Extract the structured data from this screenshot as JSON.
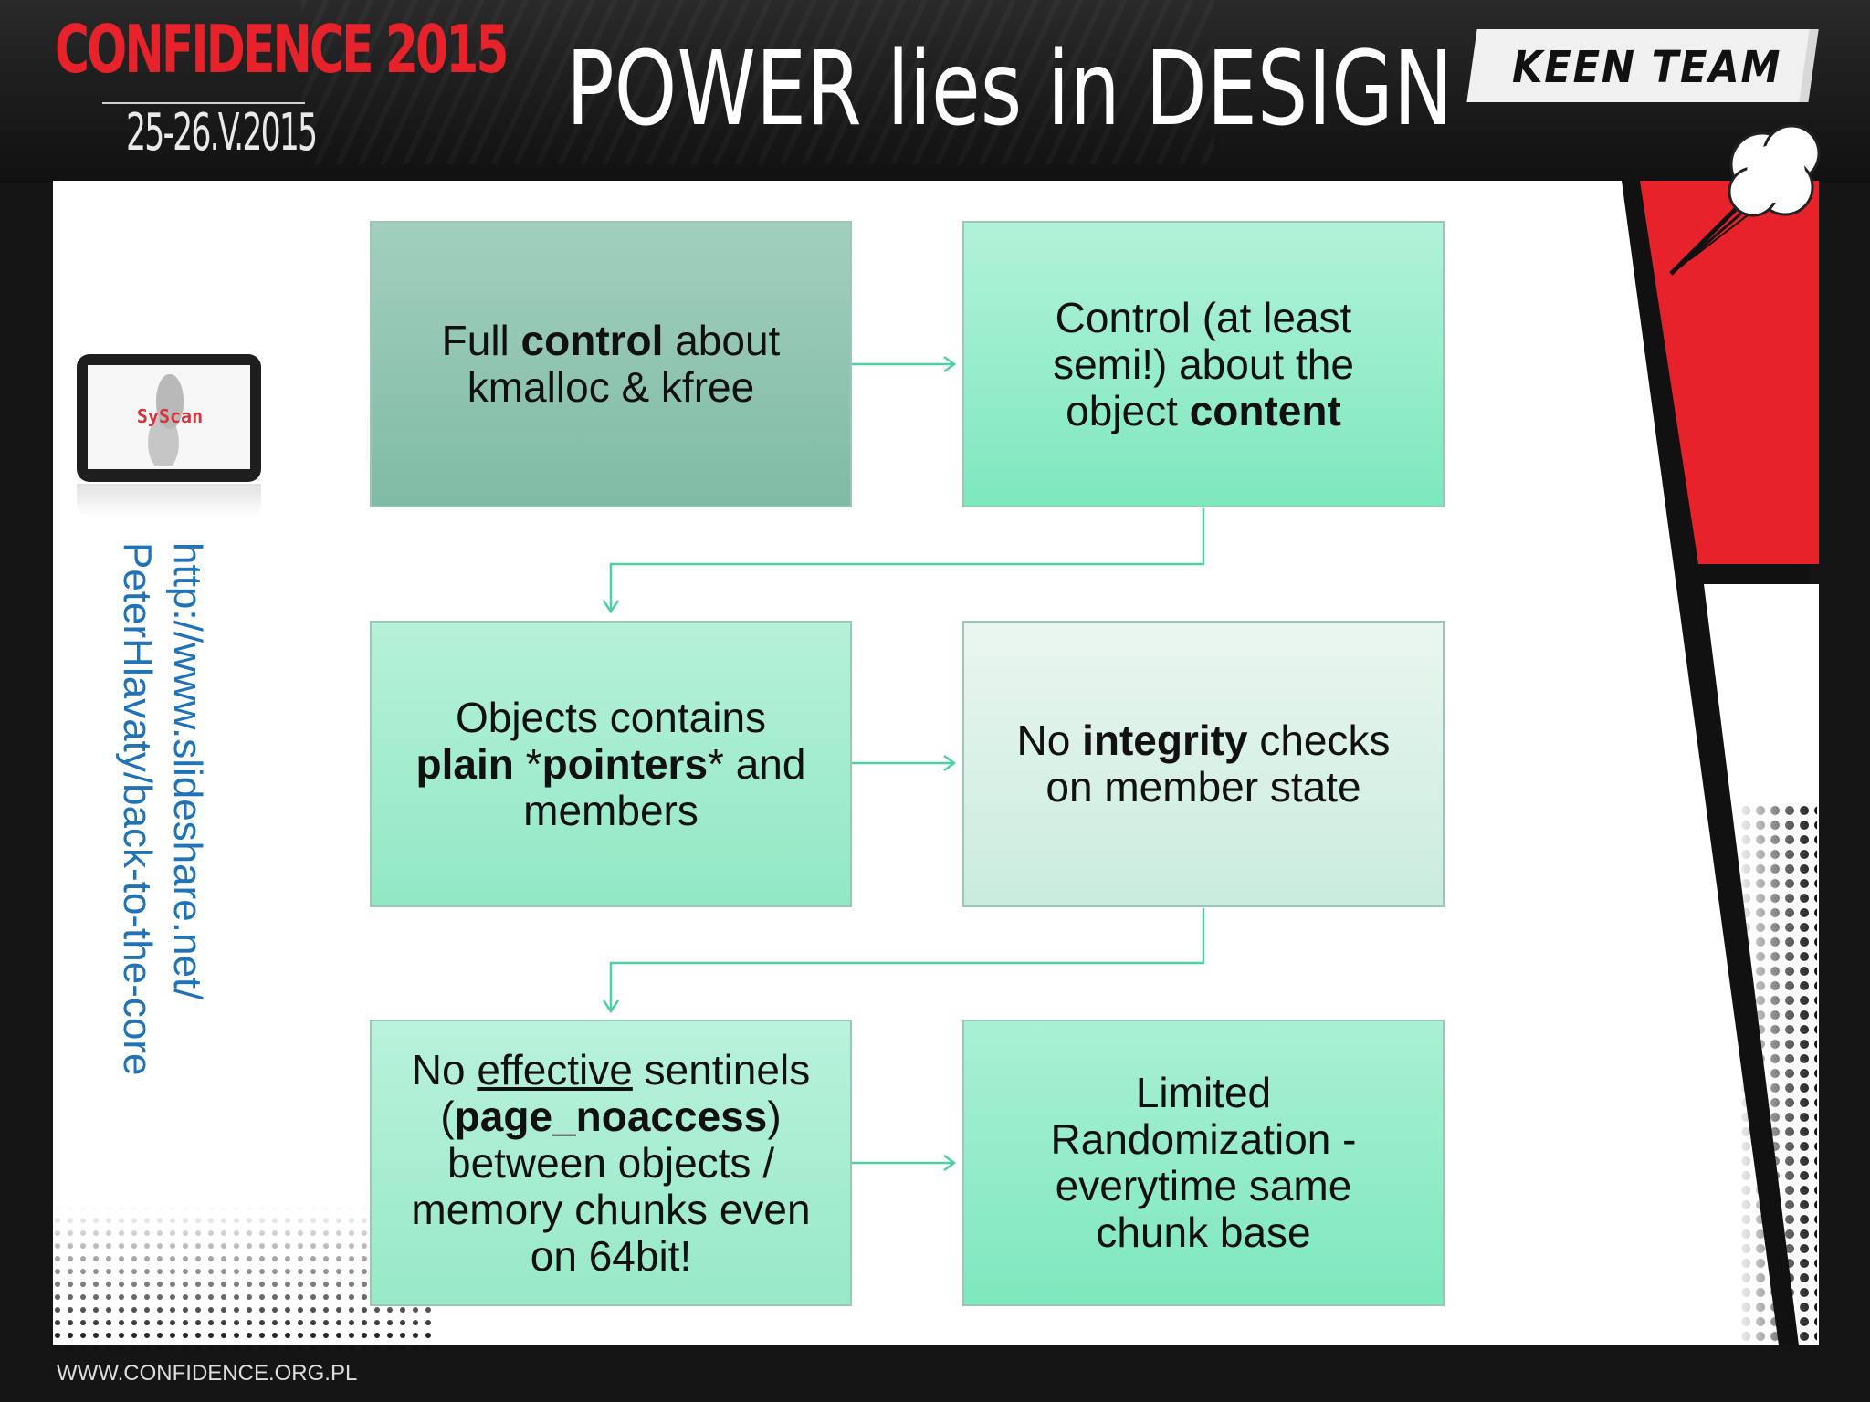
{
  "event": {
    "title": "CONFIDENCE 2015",
    "date": "25-26.V.2015",
    "website": "WWW.CONFIDENCE.ORG.PL"
  },
  "slide": {
    "title": "POWER lies in DESIGN",
    "sponsor": "KEEN TEAM"
  },
  "sidebar": {
    "logo_text": "SyScan",
    "link_line1": "http://www.slideshare.net/",
    "link_line2": "PeterHlavaty/back-to-the-core"
  },
  "flow": {
    "box1": {
      "t1": "Full ",
      "b1": "control",
      "t2": " about",
      "t3": "kmalloc & kfree"
    },
    "box2": {
      "t1": "Control (at least",
      "t2": "semi!) about the",
      "t3": "object ",
      "b1": "content"
    },
    "box3": {
      "t1": "Objects contains",
      "b1": "plain",
      "t2": " *",
      "b2": "pointers",
      "t3": "* and",
      "t4": "members"
    },
    "box4": {
      "t1": "No ",
      "b1": "integrity",
      "t2": " checks",
      "t3": "on member state"
    },
    "box5": {
      "t1": "No ",
      "u1": "effective",
      "t2": " sentinels",
      "t3": "(",
      "b1": "page_noaccess",
      "t4": ")",
      "t5": "between objects /",
      "t6": "memory chunks even",
      "t7": "on 64bit!"
    },
    "box6": {
      "t1": "Limited",
      "t2": "Randomization -",
      "t3": "everytime same",
      "t4": "chunk base"
    }
  },
  "colors": {
    "accent_red": "#e8222a",
    "connector": "#4fcfa6",
    "link_blue": "#1f73b8"
  }
}
